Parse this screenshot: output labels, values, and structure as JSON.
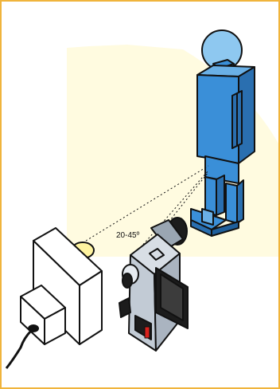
{
  "frame": {
    "border_color": "#f0b43c",
    "glow_color": "#fffbe0"
  },
  "figure": {
    "body_color": "#3a8fd8",
    "head_color": "#8ec8f0",
    "outline": "#111111"
  },
  "camcorder": {
    "body_color": "#c2cbd5",
    "screen_color": "#1c1c1c",
    "accent": "#d9211c"
  },
  "light": {
    "body_color": "#ffffff",
    "bulb_color": "#fff4a0"
  },
  "diagram": {
    "angle_label": "20-45º"
  },
  "icons": [
    "person-figure",
    "camcorder-icon",
    "light-icon",
    "power-cable"
  ]
}
